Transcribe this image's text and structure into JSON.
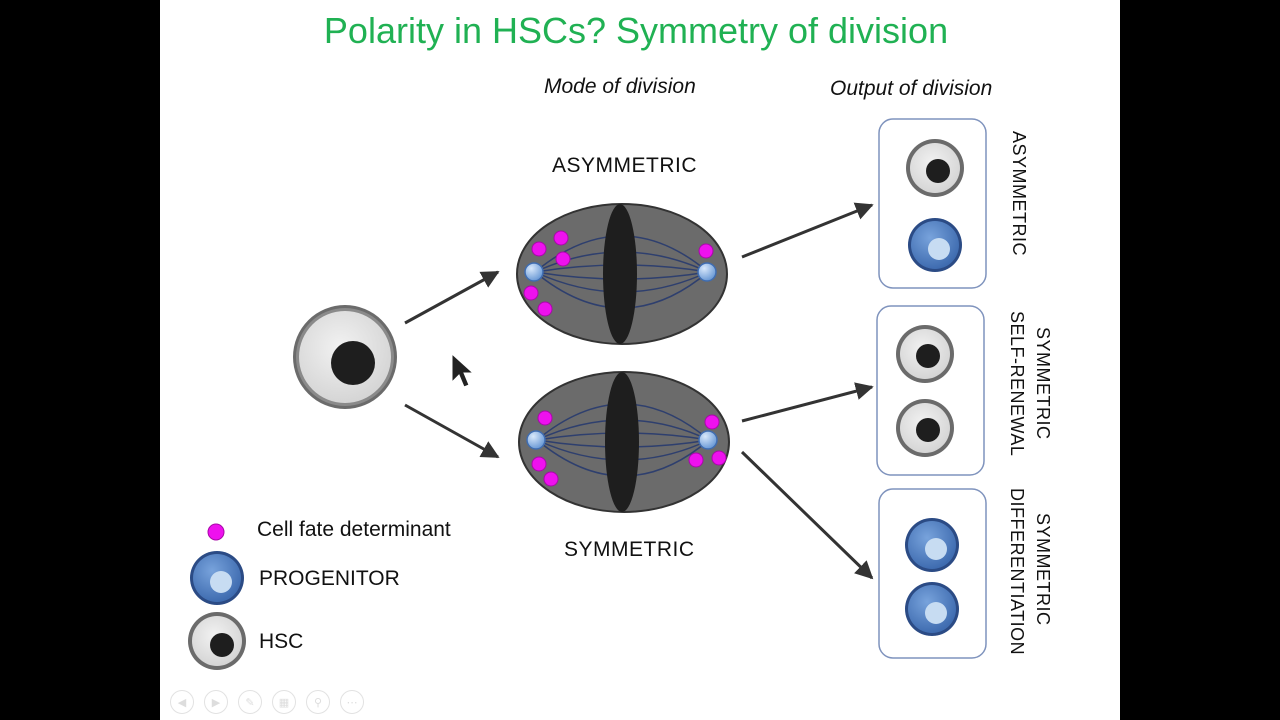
{
  "slide": {
    "title": "Polarity in HSCs? Symmetry of division",
    "mode_heading": "Mode of division",
    "output_heading": "Output of division"
  },
  "division": {
    "asymmetric_label": "ASYMMETRIC",
    "symmetric_label": "SYMMETRIC"
  },
  "outputs": {
    "asymmetric": "ASYMMETRIC",
    "self_renewal_line1": "SYMMETRIC",
    "self_renewal_line2": "SELF-RENEWAL",
    "differentiation_line1": "SYMMETRIC",
    "differentiation_line2": "DIFFERENTIATION"
  },
  "legend": {
    "determinant": "Cell fate determinant",
    "progenitor": "PROGENITOR",
    "hsc": "HSC"
  },
  "colors": {
    "title": "#20b153",
    "determinant": "#ee11ee",
    "progenitor_outer": "#4f7fc2",
    "progenitor_inner": "#c7dcf2",
    "hsc_outer": "#6b6b6b",
    "hsc_inner": "#e4e4e4",
    "spindle": "#6b6b6b"
  },
  "controls": [
    "prev-icon",
    "next-icon",
    "pen-icon",
    "slides-icon",
    "zoom-icon",
    "more-icon"
  ]
}
